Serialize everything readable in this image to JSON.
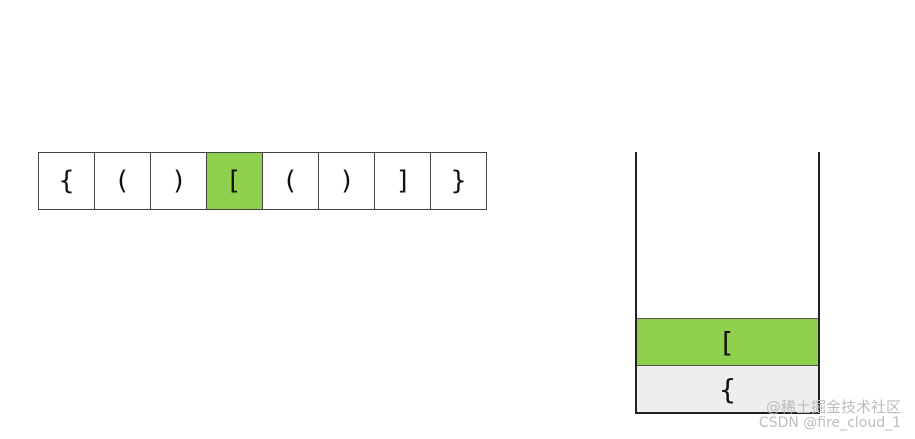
{
  "sequence": {
    "cells": [
      "{",
      "(",
      ")",
      "[",
      "(",
      ")",
      "]",
      "}"
    ],
    "current_index": 3,
    "highlight_color": "#8fd14f"
  },
  "stack": {
    "items_top_to_bottom": [
      "[",
      "{"
    ],
    "top_color": "#8fd14f",
    "bottom_color": "#eeeeee"
  },
  "watermark": {
    "line1": "@稀土掘金技术社区",
    "line2": "CSDN @fire_cloud_1"
  }
}
